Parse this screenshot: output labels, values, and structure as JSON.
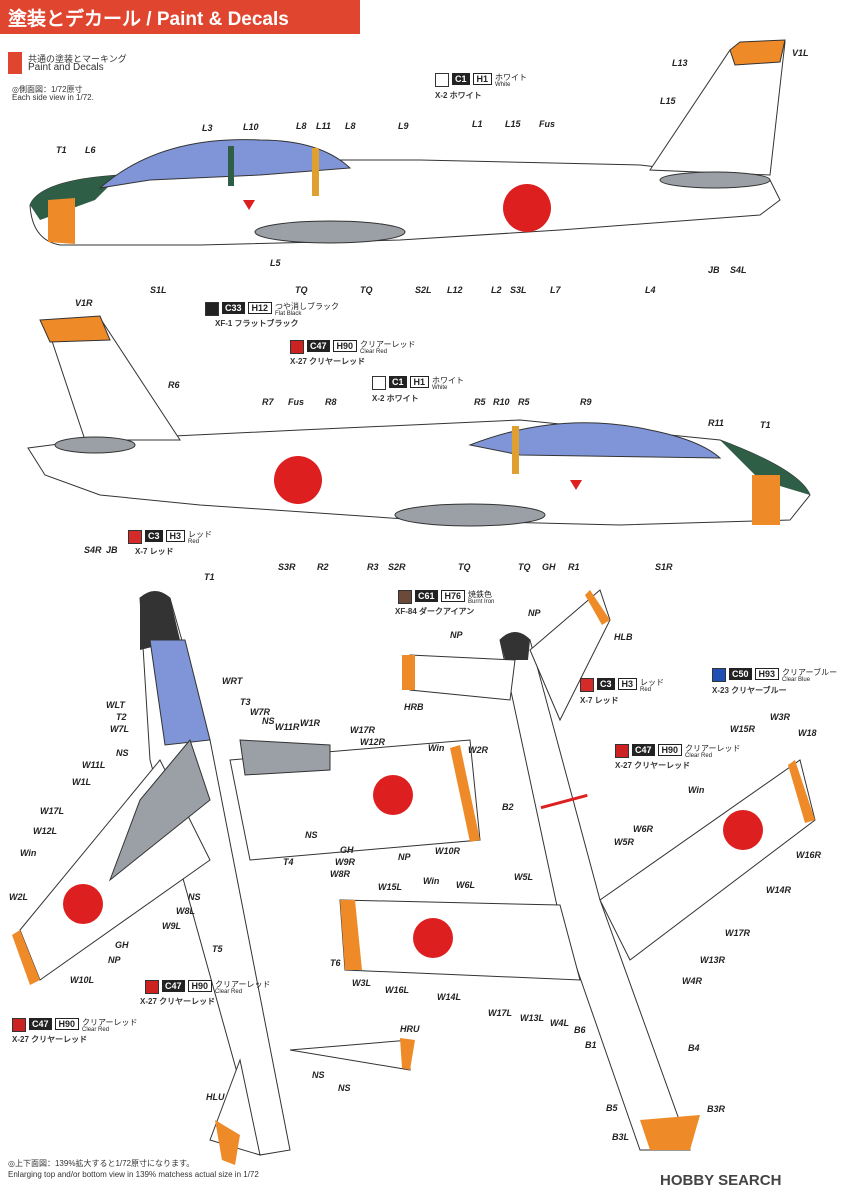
{
  "header": {
    "title": "塗装とデカール / Paint & Decals"
  },
  "common": {
    "title_jp": "共通の塗装とマーキング",
    "title_en": "Paint and Decals",
    "note_jp": "◎側面図：1/72原寸",
    "note_en": "Each side view in 1/72."
  },
  "paints": [
    {
      "id": "c1_top",
      "code": "C1",
      "h": "H1",
      "name_jp": "ホワイト",
      "name_en": "White",
      "x_ref": "X-2 ホワイト",
      "color": "#ffffff"
    },
    {
      "id": "c33",
      "code": "C33",
      "h": "H12",
      "name_jp": "つや消しブラック",
      "name_en": "Flat Black",
      "x_ref": "XF-1 フラットブラック",
      "color": "#222222"
    },
    {
      "id": "c47_side",
      "code": "C47",
      "h": "H90",
      "name_jp": "クリアーレッド",
      "name_en": "Clear Red",
      "x_ref": "X-27 クリヤーレッド",
      "color": "#cc2222"
    },
    {
      "id": "c1_mid",
      "code": "C1",
      "h": "H1",
      "name_jp": "ホワイト",
      "name_en": "White",
      "x_ref": "X-2 ホワイト",
      "color": "#ffffff"
    },
    {
      "id": "c3_side",
      "code": "C3",
      "h": "H3",
      "name_jp": "レッド",
      "name_en": "Red",
      "x_ref": "X-7 レッド",
      "color": "#d42a2a"
    },
    {
      "id": "c61",
      "code": "C61",
      "h": "H76",
      "name_jp": "焼鉄色",
      "name_en": "Burnt Iron",
      "x_ref": "XF-84 ダークアイアン",
      "color": "#6b4a3a"
    },
    {
      "id": "c3_bot",
      "code": "C3",
      "h": "H3",
      "name_jp": "レッド",
      "name_en": "Red",
      "x_ref": "X-7 レッド",
      "color": "#d42a2a"
    },
    {
      "id": "c50",
      "code": "C50",
      "h": "H93",
      "name_jp": "クリアーブルー",
      "name_en": "Clear Blue",
      "x_ref": "X-23 クリヤーブルー",
      "color": "#1d4fb5"
    },
    {
      "id": "c47_bot",
      "code": "C47",
      "h": "H90",
      "name_jp": "クリアーレッド",
      "name_en": "Clear Red",
      "x_ref": "X-27 クリヤーレッド",
      "color": "#cc2222"
    },
    {
      "id": "c47_top",
      "code": "C47",
      "h": "H90",
      "name_jp": "クリアーレッド",
      "name_en": "Clear Red",
      "x_ref": "X-27 クリヤーレッド",
      "color": "#cc2222"
    },
    {
      "id": "c47_left",
      "code": "C47",
      "h": "H90",
      "name_jp": "クリアーレッド",
      "name_en": "Clear Red",
      "x_ref": "X-27 クリヤーレッド",
      "color": "#cc2222"
    }
  ],
  "labels_left_side": [
    "V1L",
    "L13",
    "L15",
    "L3",
    "L10",
    "L8",
    "L11",
    "L8",
    "L9",
    "L1",
    "L15",
    "Fus",
    "T1",
    "L6",
    "S1L",
    "L5",
    "TQ",
    "TQ",
    "S2L",
    "L12",
    "L2",
    "S3L",
    "L7",
    "L4",
    "JB",
    "S4L"
  ],
  "labels_right_side": [
    "V1R",
    "R6",
    "R7",
    "Fus",
    "R8",
    "R5",
    "R10",
    "R5",
    "R9",
    "R11",
    "T1",
    "S4R",
    "JB",
    "S3R",
    "R2",
    "R3",
    "S2R",
    "TQ",
    "TQ",
    "GH",
    "R1",
    "S1R"
  ],
  "labels_top_view": [
    "T1",
    "WRT",
    "T3",
    "WLT",
    "T2",
    "W7L",
    "NS",
    "W7R",
    "NS",
    "W11R",
    "W1R",
    "W17R",
    "W12R",
    "Win",
    "W2R",
    "W11L",
    "W1L",
    "W17L",
    "W12L",
    "Win",
    "NS",
    "GH",
    "W9R",
    "W10R",
    "W8R",
    "NP",
    "T4",
    "NS",
    "W8L",
    "W9L",
    "W2L",
    "GH",
    "NP",
    "W10L",
    "T5",
    "T6",
    "HRU",
    "HLU",
    "NS",
    "NS"
  ],
  "labels_bottom_view": [
    "NP",
    "NP",
    "HLB",
    "HRB",
    "W15R",
    "W3R",
    "W18",
    "B2",
    "Win",
    "W6R",
    "W5R",
    "W16R",
    "W15L",
    "Win",
    "W6L",
    "W5L",
    "W14R",
    "W17R",
    "W3L",
    "W16L",
    "W14L",
    "W17L",
    "W13L",
    "W4L",
    "W13R",
    "W4R",
    "B6",
    "B1",
    "B4",
    "B5",
    "B3R",
    "B3L"
  ],
  "footer": {
    "note_jp": "◎上下面図：139%拡大すると1/72原寸になります。",
    "note_en": "Enlarging top and/or bottom view in 139% matchess actual size in 1/72",
    "brand": "HOBBY SEARCH"
  },
  "colors": {
    "accent": "#e0452f",
    "canopy": "#7f95d8",
    "anti_glare": "#2f5e47",
    "orange": "#ee8a28",
    "hinomaru": "#dd1f1f",
    "gray": "#9aa0a6"
  }
}
